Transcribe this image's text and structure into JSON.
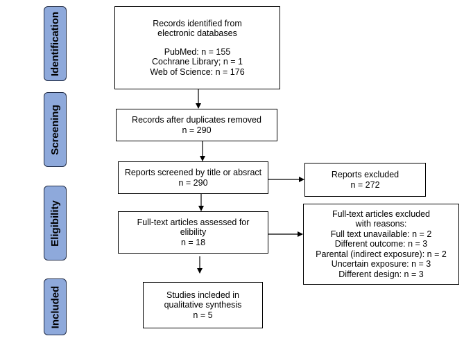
{
  "phases": [
    "Identification",
    "Screening",
    "Eligibility",
    "Included"
  ],
  "boxes": {
    "identified": {
      "heading": [
        "Records identified from",
        "electronic databases"
      ],
      "sources": [
        "PubMed: n = 155",
        "Cochrane Library; n = 1",
        "Web of Science: n = 176"
      ]
    },
    "duplicates_removed": [
      "Records after duplicates removed",
      "n = 290"
    ],
    "screened": [
      "Reports screened by title or absract",
      "n = 290"
    ],
    "excluded": [
      "Reports excluded",
      "n = 272"
    ],
    "fulltext_assessed": [
      "Full-text articles assessed for",
      "elibility",
      "n = 18"
    ],
    "fulltext_excluded": [
      "Full-text articles excluded",
      "with reasons:",
      "Full text unavailable: n = 2",
      "Different outcome: n = 3",
      "Parental (indirect exposure): n = 2",
      "Uncertain exposure: n = 3",
      "Different design: n = 3"
    ],
    "included": [
      "Studies incleded in",
      "qualitative synthesis",
      "n = 5"
    ]
  },
  "colors": {
    "phase_fill": "#8ea9db",
    "phase_border": "#1f2a44",
    "line": "#000000"
  }
}
